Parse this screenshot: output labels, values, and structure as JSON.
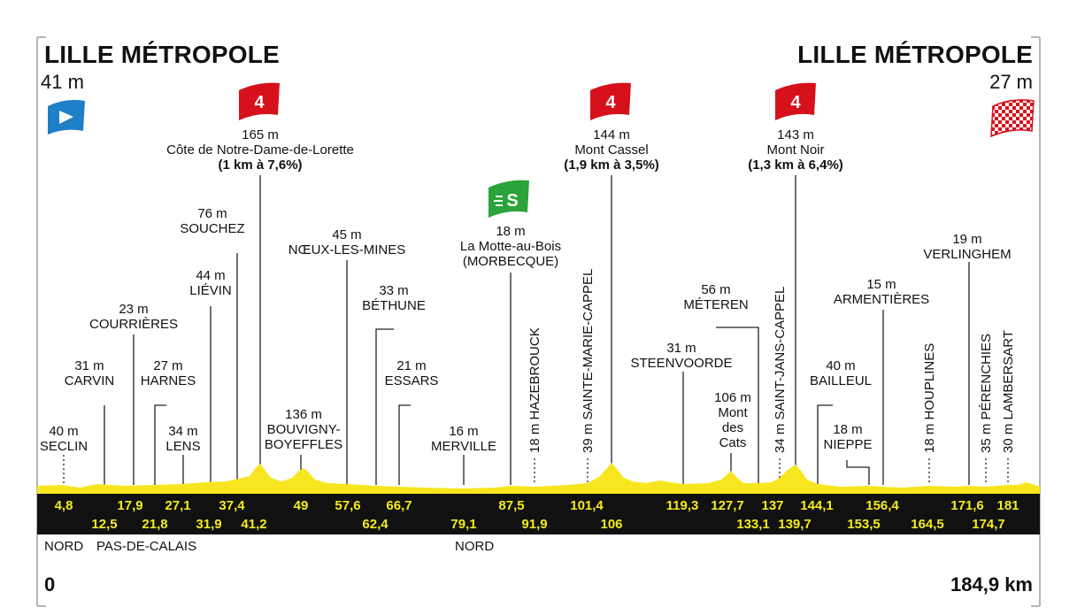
{
  "start": {
    "name": "LILLE MÉTROPOLE",
    "altitude": "41 m"
  },
  "finish": {
    "name": "LILLE MÉTROPOLE",
    "altitude": "27 m"
  },
  "climbs": [
    {
      "alt": "165 m",
      "name": "Côte de Notre-Dame-de-Lorette",
      "detail": "(1 km à 7,6%)",
      "category": "4"
    },
    {
      "alt": "144 m",
      "name": "Mont Cassel",
      "detail": "(1,9 km à 3,5%)",
      "category": "4"
    },
    {
      "alt": "143 m",
      "name": "Mont Noir",
      "detail": "(1,3 km à 6,4%)",
      "category": "4"
    }
  ],
  "sprint": {
    "alt": "18 m",
    "name": "La Motte-au-Bois",
    "detail": "(MORBECQUE)",
    "badge": "S"
  },
  "places": {
    "seclin": {
      "alt": "40 m",
      "name": "SECLIN"
    },
    "carvin": {
      "alt": "31 m",
      "name": "CARVIN"
    },
    "courrieres": {
      "alt": "23 m",
      "name": "COURRIÈRES"
    },
    "harnes": {
      "alt": "27 m",
      "name": "HARNES"
    },
    "lens": {
      "alt": "34 m",
      "name": "LENS"
    },
    "lievin": {
      "alt": "44 m",
      "name": "LIÉVIN"
    },
    "souchez": {
      "alt": "76 m",
      "name": "SOUCHEZ"
    },
    "bouvigny": {
      "alt": "136 m",
      "name1": "BOUVIGNY-",
      "name2": "BOYEFFLES"
    },
    "noeux": {
      "alt": "45 m",
      "name": "NŒUX-LES-MINES"
    },
    "bethune": {
      "alt": "33 m",
      "name": "BÉTHUNE"
    },
    "essars": {
      "alt": "21 m",
      "name": "ESSARS"
    },
    "merville": {
      "alt": "16 m",
      "name": "MERVILLE"
    },
    "steenvoorde": {
      "alt": "31 m",
      "name": "STEENVOORDE"
    },
    "catsmount": {
      "alt": "106 m",
      "name1": "Mont",
      "name2": "des",
      "name3": "Cats"
    },
    "meteren": {
      "alt": "56 m",
      "name": "MÉTEREN"
    },
    "bailleul": {
      "alt": "40 m",
      "name": "BAILLEUL"
    },
    "nieppe": {
      "alt": "18 m",
      "name": "NIEPPE"
    },
    "armentieres": {
      "alt": "15 m",
      "name": "ARMENTIÈRES"
    },
    "verlinghem": {
      "alt": "19 m",
      "name": "VERLINGHEM"
    }
  },
  "vertical_places": {
    "hazebrouck": "18 m HAZEBROUCK",
    "sainte_marie": "39 m SAINTE-MARIE-CAPPEL",
    "saint_jans": "34 m SAINT-JANS-CAPPEL",
    "houplines": "18 m HOUPLINES",
    "perenchies": "35 m PÉRENCHIES",
    "lambersart": "30 m LAMBERSART"
  },
  "km_top": [
    "4,8",
    "17,9",
    "27,1",
    "37,4",
    "49",
    "66,7",
    "87,5",
    "101,4",
    "119,3",
    "127,7",
    "137",
    "144,1",
    "156,4",
    "171,6",
    "181"
  ],
  "km_bottom": [
    "12,5",
    "21,8",
    "31,9",
    "41,2",
    "57,6",
    "62,4",
    "79,1",
    "91,9",
    "106",
    "133,1",
    "139,7",
    "153,5",
    "164,5",
    "174,7"
  ],
  "regions": {
    "nord_1": "NORD",
    "pas_de_calais": "PAS-DE-CALAIS",
    "nord_2": "NORD"
  },
  "distance": {
    "start": "0",
    "end": "184,9 km"
  },
  "colors": {
    "profile": "#f7e61f",
    "band": "#111111",
    "km_text": "#f4ec1d",
    "climb_flag": "#d7111c",
    "sprint_flag": "#2aa33a",
    "start_flag": "#1d7fc7"
  },
  "icons": {
    "start": "start-flag-icon",
    "finish": "checkered-flag-icon"
  }
}
